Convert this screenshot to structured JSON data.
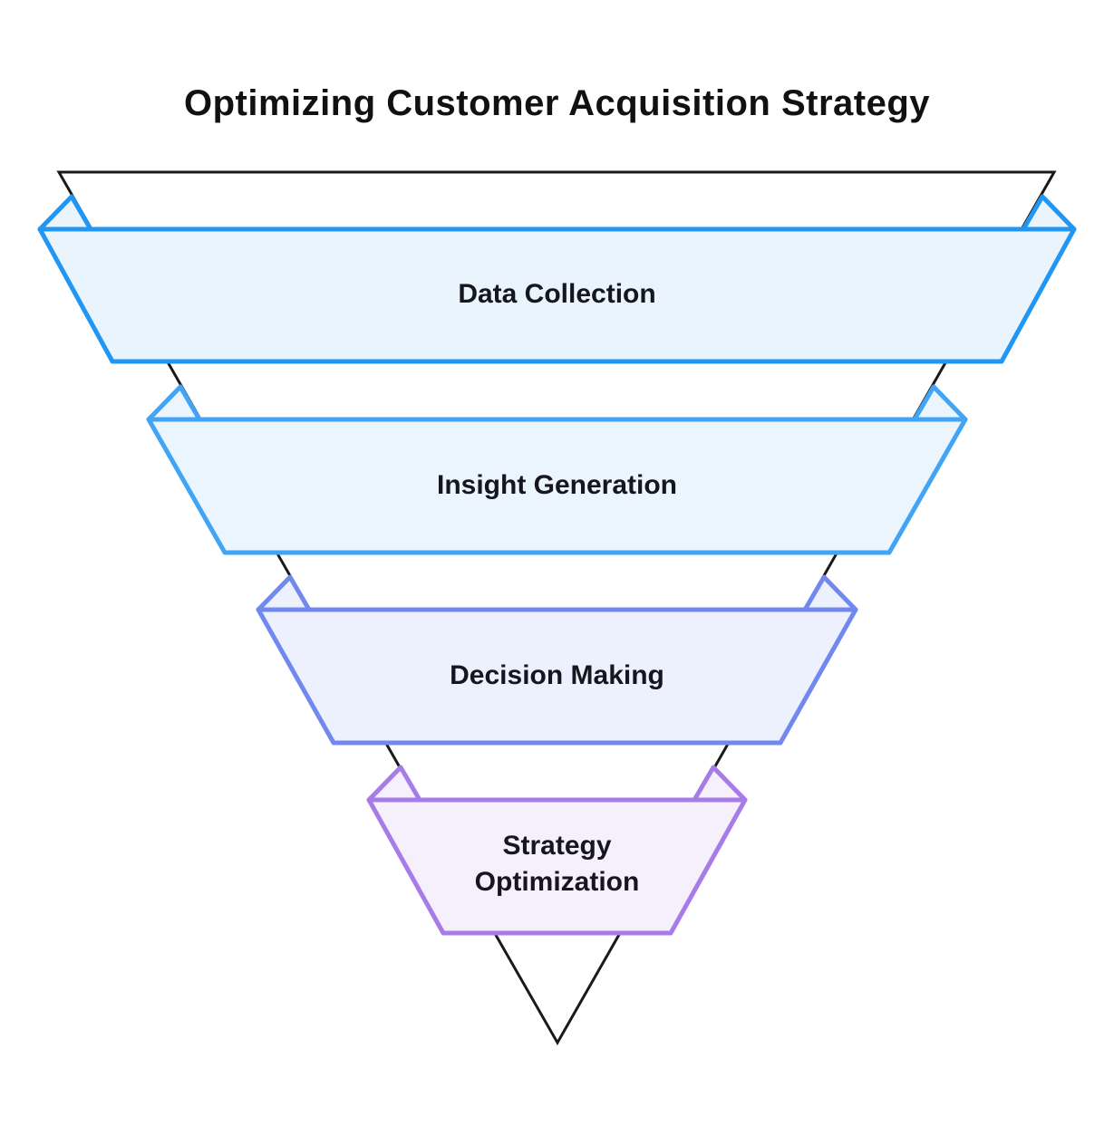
{
  "title": "Optimizing Customer Acquisition Strategy",
  "colors": {
    "background": "#ffffff",
    "outline": "#1a1a1a",
    "label_text": "#16161f"
  },
  "funnel": {
    "stages": [
      {
        "label": "Data Collection",
        "fill": "#eaf4fd",
        "border": "#2196f3"
      },
      {
        "label": "Insight Generation",
        "fill": "#eaf5fe",
        "border": "#41a4f4"
      },
      {
        "label": "Decision Making",
        "fill": "#edf1fd",
        "border": "#7189ef"
      },
      {
        "label": "Strategy Optimization",
        "fill": "#f5f0fc",
        "border": "#a87ce8"
      }
    ]
  }
}
